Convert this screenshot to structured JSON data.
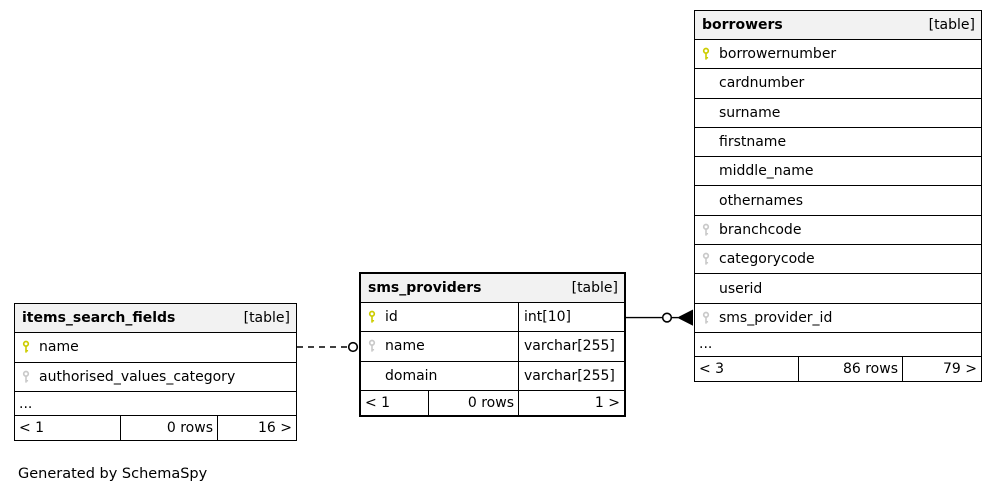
{
  "caption": "Generated by SchemaSpy",
  "colors": {
    "pk": "#cccc00",
    "fk": "#c9c9c9",
    "header_bg": "#f2f2f2",
    "line": "#000000"
  },
  "tables": {
    "items": {
      "title": "items_search_fields",
      "badge": "[table]",
      "rows": [
        {
          "label": "name",
          "key": "pk"
        },
        {
          "label": "authorised_values_category",
          "key": "fk"
        }
      ],
      "truncated": "...",
      "footer": {
        "left": "< 1",
        "center": "0 rows",
        "right": "16 >"
      }
    },
    "sms": {
      "title": "sms_providers",
      "badge": "[table]",
      "rows": [
        {
          "label": "id",
          "type": "int[10]",
          "key": "pk"
        },
        {
          "label": "name",
          "type": "varchar[255]",
          "key": "fk"
        },
        {
          "label": "domain",
          "type": "varchar[255]",
          "key": "none"
        }
      ],
      "footer": {
        "left": "< 1",
        "center": "0 rows",
        "right": "1 >"
      }
    },
    "borrowers": {
      "title": "borrowers",
      "badge": "[table]",
      "rows": [
        {
          "label": "borrowernumber",
          "key": "pk"
        },
        {
          "label": "cardnumber",
          "key": "none"
        },
        {
          "label": "surname",
          "key": "none"
        },
        {
          "label": "firstname",
          "key": "none"
        },
        {
          "label": "middle_name",
          "key": "none"
        },
        {
          "label": "othernames",
          "key": "none"
        },
        {
          "label": "branchcode",
          "key": "fk"
        },
        {
          "label": "categorycode",
          "key": "fk"
        },
        {
          "label": "userid",
          "key": "none"
        },
        {
          "label": "sms_provider_id",
          "key": "fk"
        }
      ],
      "truncated": "...",
      "footer": {
        "left": "< 3",
        "center": "86 rows",
        "right": "79 >"
      }
    }
  },
  "relationships": [
    {
      "from": "items_search_fields.name",
      "to": "sms_providers.name",
      "style": "dashed-implied",
      "end": "zero-circle"
    },
    {
      "from": "sms_providers.id",
      "to": "borrowers.sms_provider_id",
      "style": "solid",
      "end": "zero-or-many-crowfoot"
    }
  ]
}
